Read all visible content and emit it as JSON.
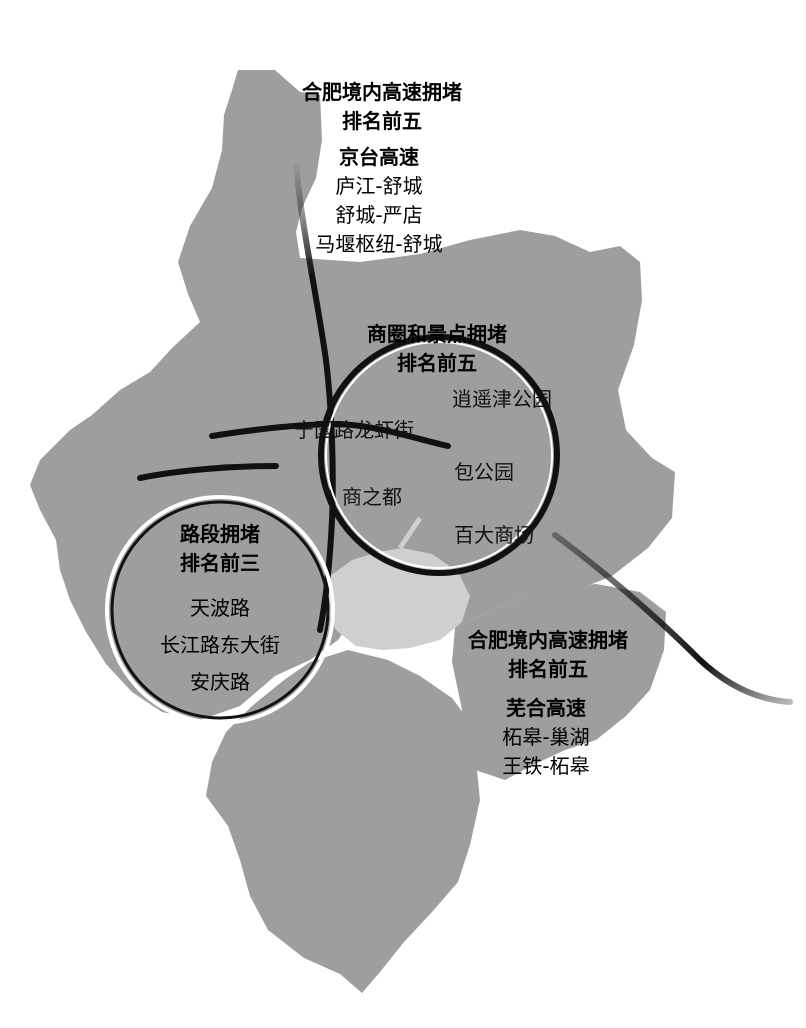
{
  "north_panel": {
    "title_line1": "合肥境内高速拥堵",
    "title_line2": "排名前五",
    "highway": "京台高速",
    "segments": [
      "庐江-舒城",
      "舒城-严店",
      "马堰枢纽-舒城"
    ]
  },
  "commercial_panel": {
    "title_line1": "商圈和景点拥堵",
    "title_line2": "排名前五",
    "spots": {
      "xiaoyaojin": "逍遥津公园",
      "ningguo": "宁国路龙虾街",
      "baogong": "包公园",
      "shangzhidu": "商之都",
      "baida": "百大商场"
    }
  },
  "road_panel": {
    "title_line1": "路段拥堵",
    "title_line2": "排名前三",
    "roads": [
      "天波路",
      "长江路东大街",
      "安庆路"
    ]
  },
  "southeast_panel": {
    "title_line1": "合肥境内高速拥堵",
    "title_line2": "排名前五",
    "highway": "芜合高速",
    "segments": [
      "柘皋-巢湖",
      "王铁-柘皋"
    ]
  },
  "colors": {
    "region_fill": "#9e9e9e",
    "lake_fill": "#cfcfcf",
    "road_stroke": "#111111",
    "circle_stroke": "#111111",
    "circle_inner_stroke": "#ffffff"
  }
}
